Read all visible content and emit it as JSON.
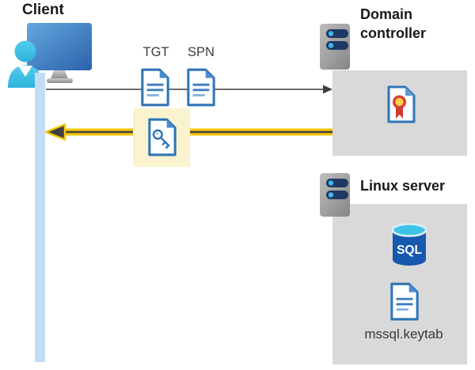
{
  "client": {
    "label": "Client"
  },
  "flow": {
    "tgt_label": "TGT",
    "spn_label": "SPN"
  },
  "domain_controller": {
    "label": "Domain controller"
  },
  "linux_server": {
    "label": "Linux server",
    "sql_badge": "SQL",
    "keytab_file": "mssql.keytab"
  },
  "colors": {
    "response_arrow_yellow": "#F2C50A",
    "request_arrow_gray": "#595959",
    "ticket_highlight_yellow": "#FBF3CF",
    "container_gray": "#D9D9D9",
    "document_blue": "#2E75B6",
    "client_connection_bar_blue": "#C5DCF6",
    "sql_database_blue": "#1659AE",
    "person_cyan": "#3FC1E9",
    "server_pill_navy": "#1F3864"
  }
}
